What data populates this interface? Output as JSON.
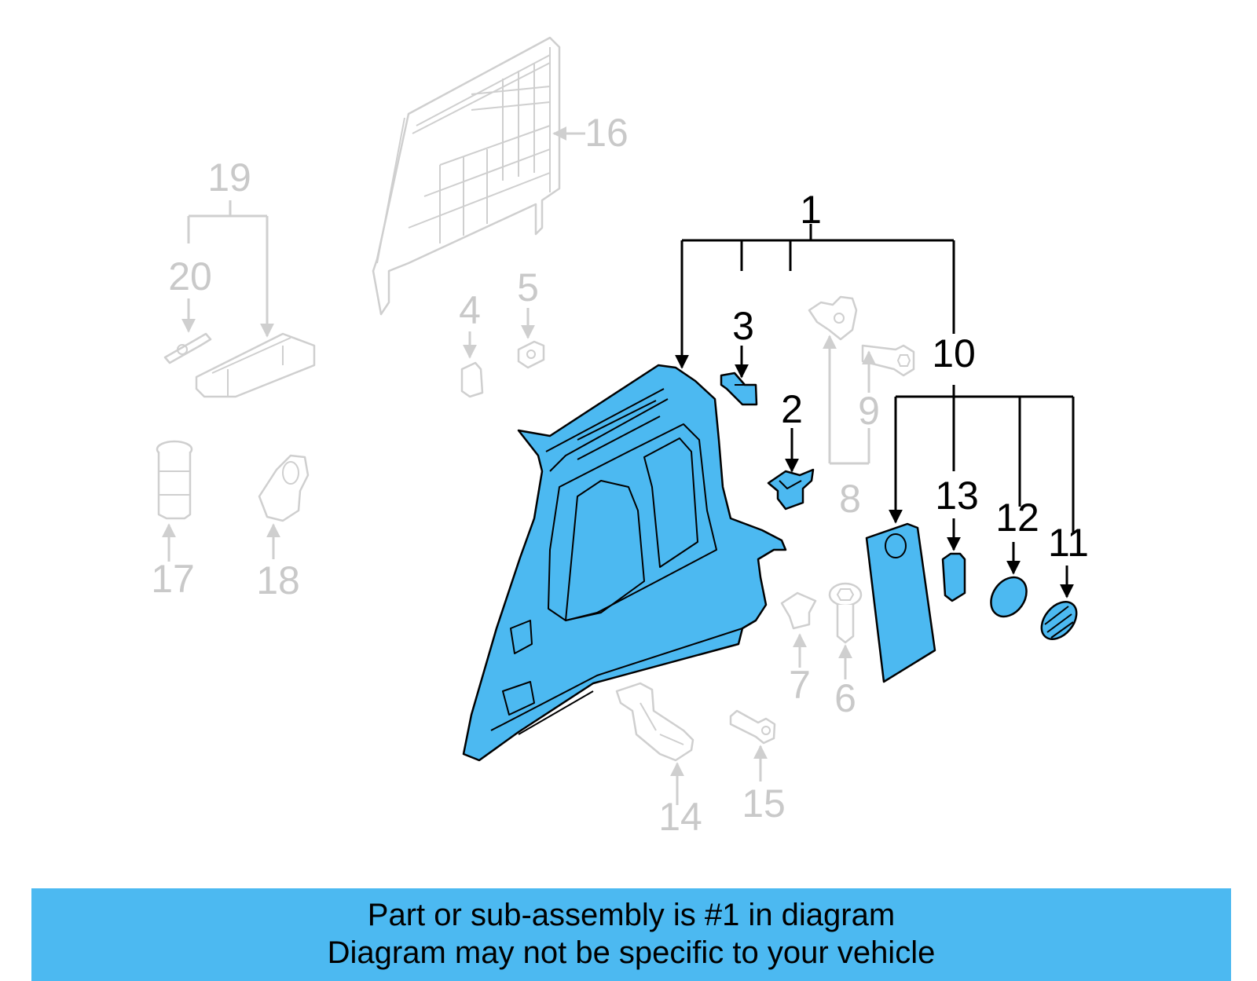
{
  "callouts": {
    "c1": "1",
    "c2": "2",
    "c3": "3",
    "c4": "4",
    "c5": "5",
    "c6": "6",
    "c7": "7",
    "c8": "8",
    "c9": "9",
    "c10": "10",
    "c11": "11",
    "c12": "12",
    "c13": "13",
    "c14": "14",
    "c15": "15",
    "c16": "16",
    "c17": "17",
    "c18": "18",
    "c19": "19",
    "c20": "20"
  },
  "banner": {
    "line1": "Part or sub-assembly is #1 in diagram",
    "line2": "Diagram may not be specific to your vehicle"
  },
  "colors": {
    "highlight": "#4cb9f1",
    "ghost": "#c9c9c9",
    "ink": "#000000"
  }
}
